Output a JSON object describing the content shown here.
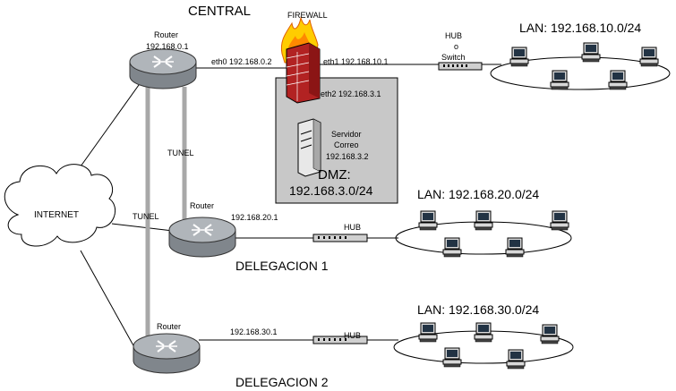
{
  "title": "CENTRAL",
  "colors": {
    "dmz_fill": "#c8c8c8",
    "router_fill": "#9aa0a6",
    "tunnel": "#a8a8a8",
    "wall": "#b22222",
    "flame": "#ffcc00"
  },
  "firewall": {
    "label": "FIREWALL",
    "eth0": "eth0 192.168.0.2",
    "eth1": "eth1 192.168.10.1",
    "eth2": "eth2 192.168.3.1"
  },
  "routers": {
    "central": {
      "label": "Router",
      "ip": "192.168.0.1"
    },
    "del1": {
      "label": "Router",
      "ip": "192.168.20.1"
    },
    "del2": {
      "label": "Router",
      "ip": "192.168.30.1"
    }
  },
  "hubs": {
    "central": {
      "line1": "HUB",
      "line2": "o",
      "line3": "Switch"
    },
    "del1": "HUB",
    "del2": "HUB"
  },
  "lans": {
    "central": "LAN: 192.168.10.0/24",
    "del1": "LAN: 192.168.20.0/24",
    "del2": "LAN: 192.168.30.0/24"
  },
  "server": {
    "line1": "Servidor",
    "line2": "Correo",
    "line3": "192.168.3.2"
  },
  "dmz": {
    "line1": "DMZ:",
    "line2": "192.168.3.0/24"
  },
  "internet": "INTERNET",
  "tunnels": [
    "TUNEL",
    "TUNEL"
  ],
  "delegations": [
    "DELEGACION 1",
    "DELEGACION 2"
  ]
}
